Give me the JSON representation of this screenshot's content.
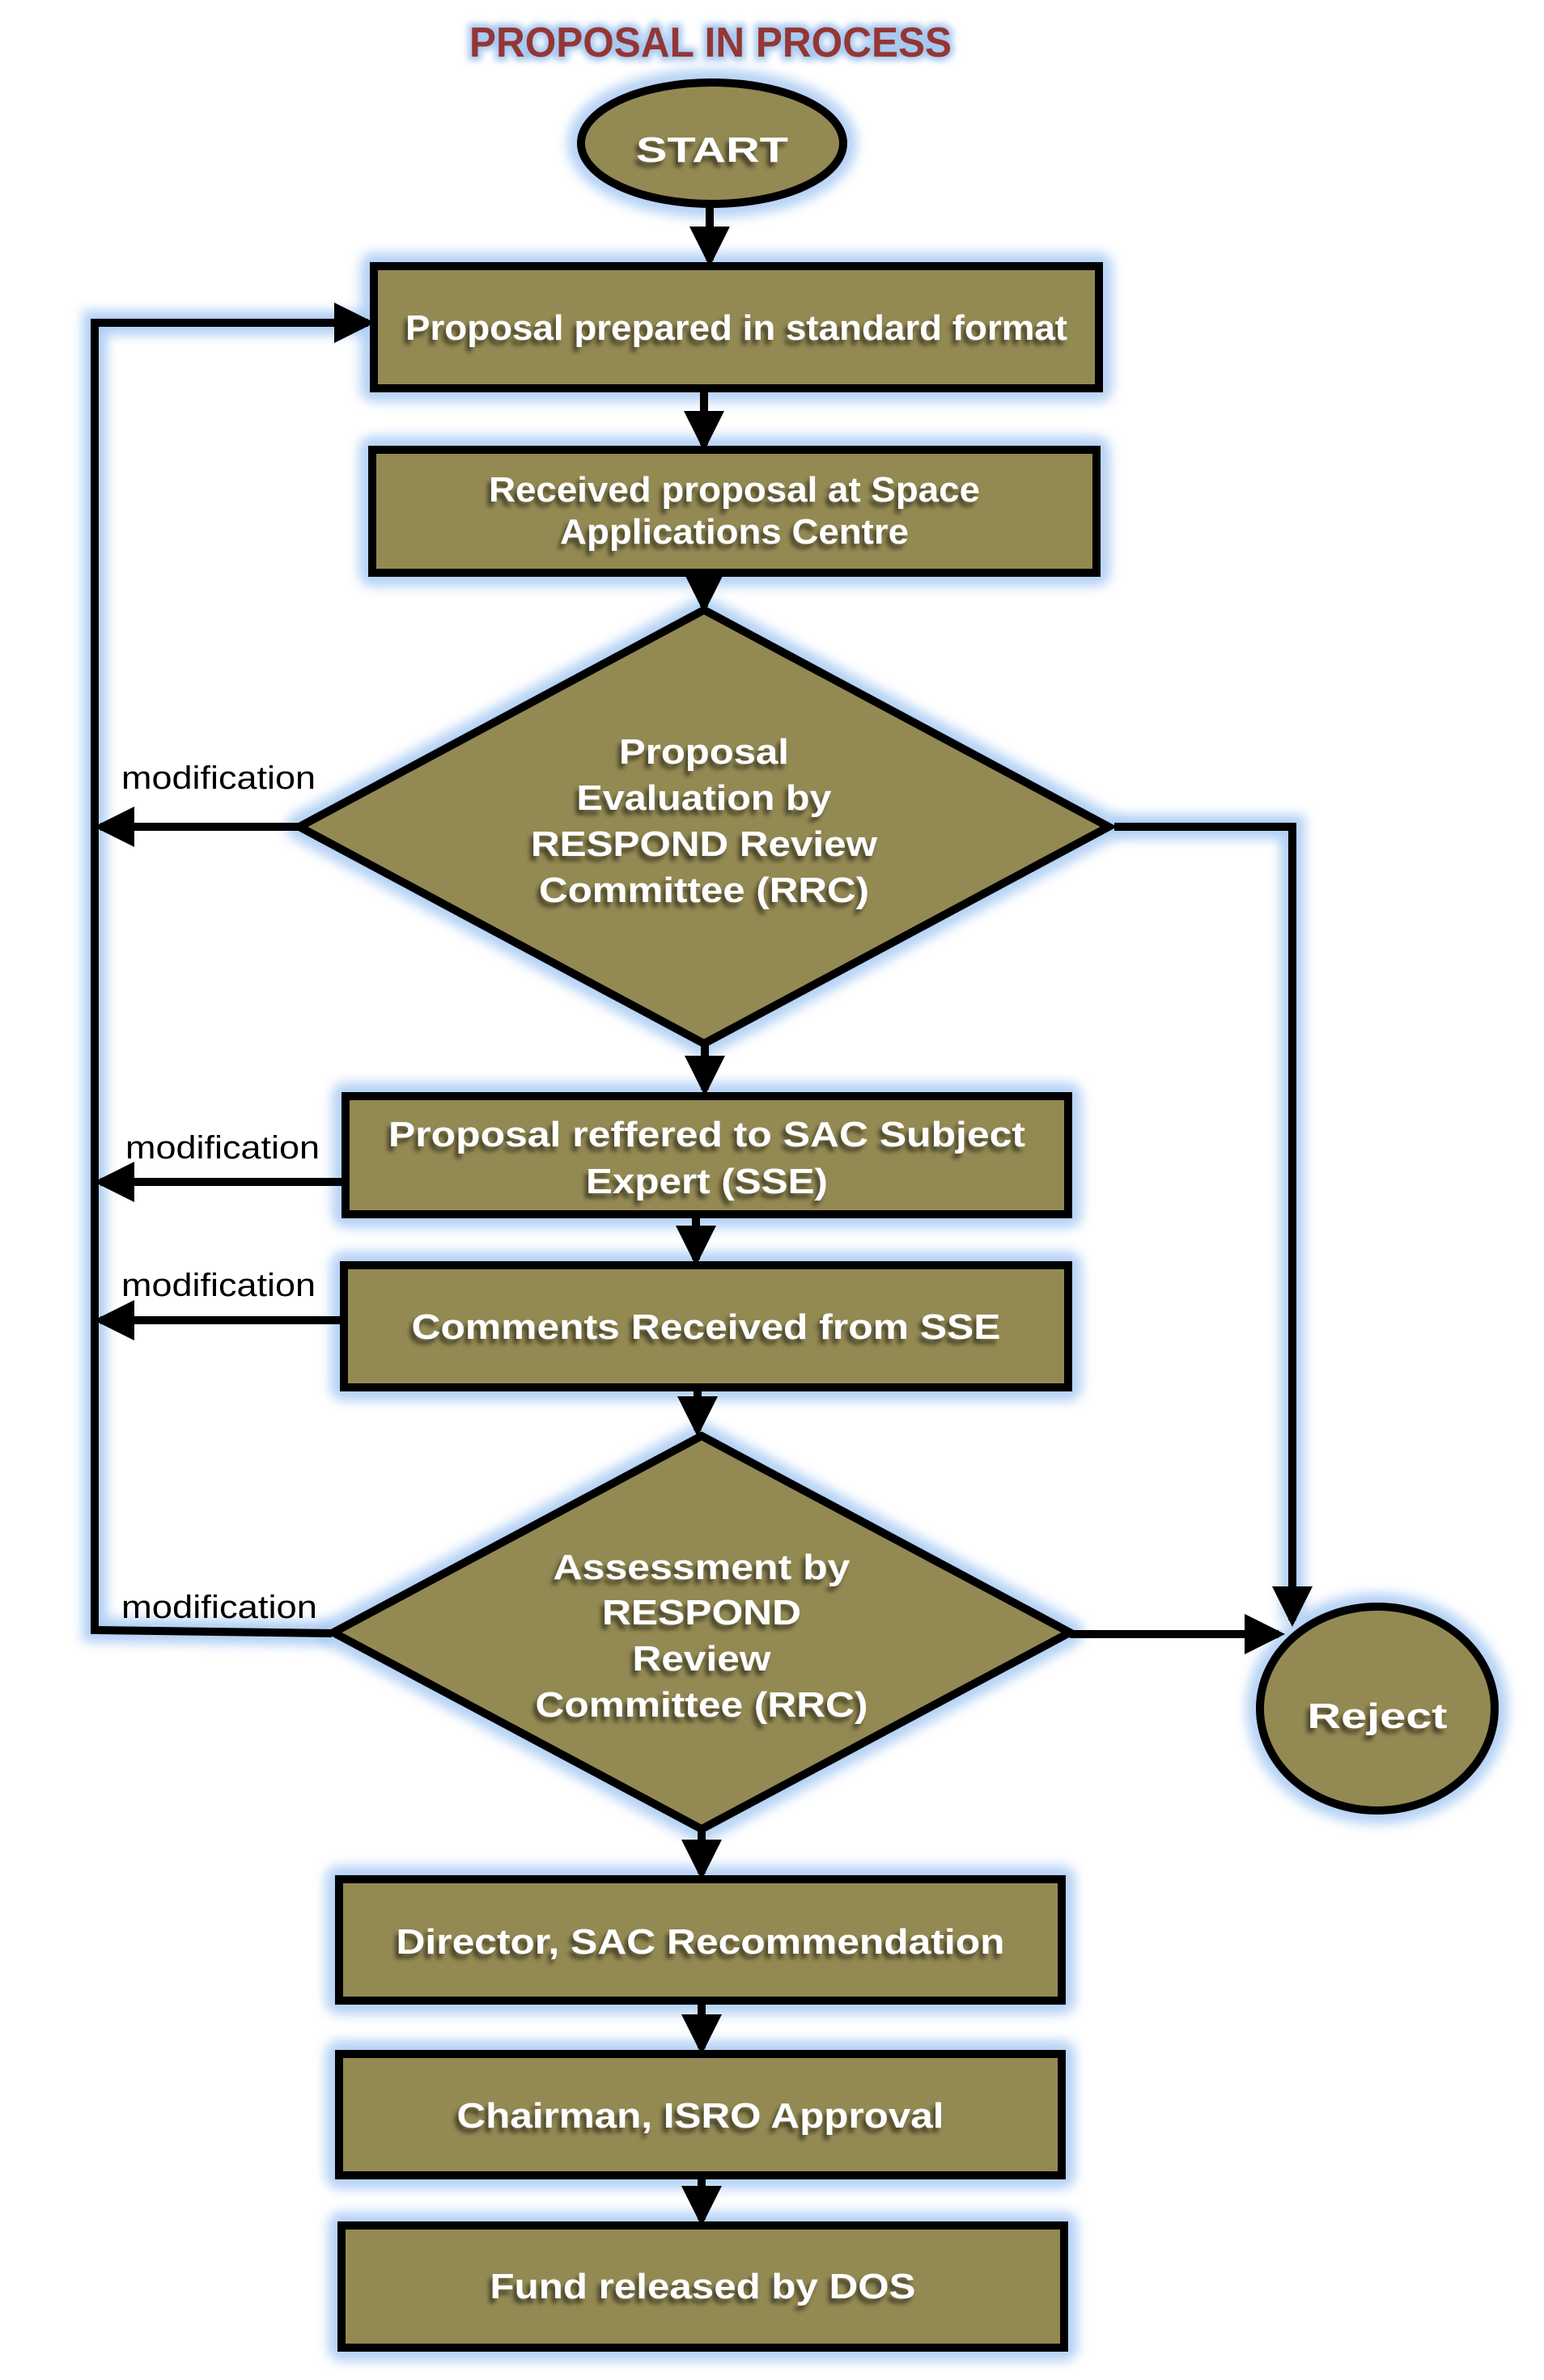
{
  "title": "PROPOSAL IN PROCESS",
  "colors": {
    "node_fill": "#938953",
    "node_border": "#000000",
    "node_text": "#ffffff",
    "title": "#943634",
    "glow": "#9cc3f2",
    "connector": "#000000"
  },
  "nodes": {
    "start": {
      "type": "terminator",
      "lines": [
        "START"
      ]
    },
    "prepare": {
      "type": "process",
      "lines": [
        "Proposal prepared in standard format"
      ]
    },
    "received": {
      "type": "process",
      "lines": [
        "Received proposal at Space",
        "Applications Centre"
      ]
    },
    "evaluation": {
      "type": "decision",
      "lines": [
        "Proposal",
        "Evaluation by",
        "RESPOND Review",
        "Committee (RRC)"
      ]
    },
    "referred": {
      "type": "process",
      "lines": [
        "Proposal reffered to SAC Subject",
        "Expert (SSE)"
      ]
    },
    "comments": {
      "type": "process",
      "lines": [
        "Comments Received from SSE"
      ]
    },
    "assessment": {
      "type": "decision",
      "lines": [
        "Assessment by",
        "RESPOND",
        "Review",
        "Committee (RRC)"
      ]
    },
    "reject": {
      "type": "terminator",
      "lines": [
        "Reject"
      ]
    },
    "director": {
      "type": "process",
      "lines": [
        "Director, SAC Recommendation"
      ]
    },
    "chairman": {
      "type": "process",
      "lines": [
        "Chairman, ISRO Approval"
      ]
    },
    "fund": {
      "type": "process",
      "lines": [
        "Fund released by DOS"
      ]
    }
  },
  "edges": [
    {
      "from": "start",
      "to": "prepare"
    },
    {
      "from": "prepare",
      "to": "received"
    },
    {
      "from": "received",
      "to": "evaluation"
    },
    {
      "from": "evaluation",
      "to": "referred"
    },
    {
      "from": "evaluation",
      "to": "prepare",
      "label": "modification"
    },
    {
      "from": "evaluation",
      "to": "reject"
    },
    {
      "from": "referred",
      "to": "comments"
    },
    {
      "from": "referred",
      "to": "prepare",
      "label": "modification"
    },
    {
      "from": "comments",
      "to": "assessment"
    },
    {
      "from": "comments",
      "to": "prepare",
      "label": "modification"
    },
    {
      "from": "assessment",
      "to": "prepare",
      "label": "modification"
    },
    {
      "from": "assessment",
      "to": "reject"
    },
    {
      "from": "assessment",
      "to": "director"
    },
    {
      "from": "director",
      "to": "chairman"
    },
    {
      "from": "chairman",
      "to": "fund"
    }
  ],
  "modification_labels": [
    "modification",
    "modification",
    "modification",
    "modification"
  ]
}
